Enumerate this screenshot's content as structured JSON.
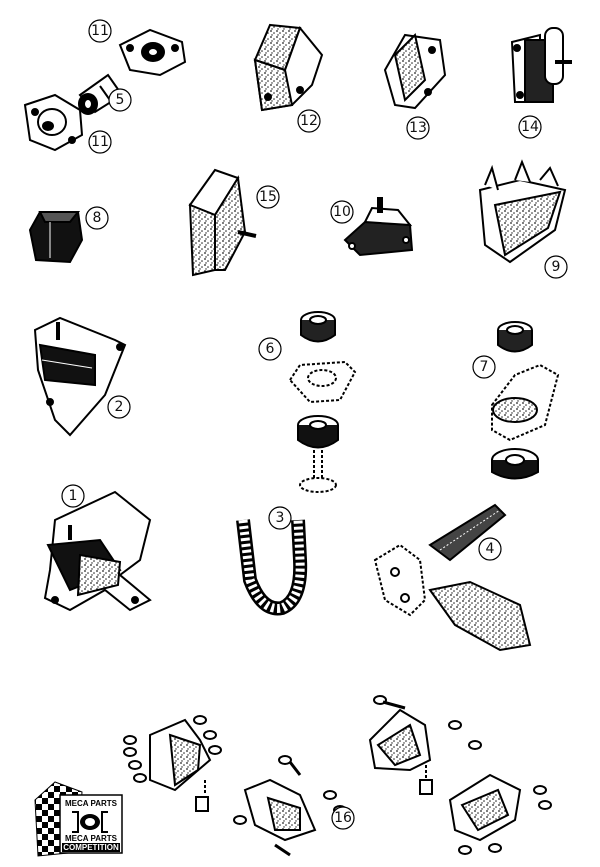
{
  "parts": [
    {
      "id": "part-1",
      "number": "1"
    },
    {
      "id": "part-2",
      "number": "2"
    },
    {
      "id": "part-3",
      "number": "3"
    },
    {
      "id": "part-4",
      "number": "4"
    },
    {
      "id": "part-5",
      "number": "5"
    },
    {
      "id": "part-6",
      "number": "6"
    },
    {
      "id": "part-7",
      "number": "7"
    },
    {
      "id": "part-8",
      "number": "8"
    },
    {
      "id": "part-9",
      "number": "9"
    },
    {
      "id": "part-10",
      "number": "10"
    },
    {
      "id": "part-11a",
      "number": "11"
    },
    {
      "id": "part-11b",
      "number": "11"
    },
    {
      "id": "part-12",
      "number": "12"
    },
    {
      "id": "part-13",
      "number": "13"
    },
    {
      "id": "part-14",
      "number": "14"
    },
    {
      "id": "part-15",
      "number": "15"
    },
    {
      "id": "part-16",
      "number": "16"
    }
  ],
  "logo": {
    "line1": "MECA PARTS",
    "line2": "MECA PARTS",
    "line3": "COMPETITION"
  }
}
